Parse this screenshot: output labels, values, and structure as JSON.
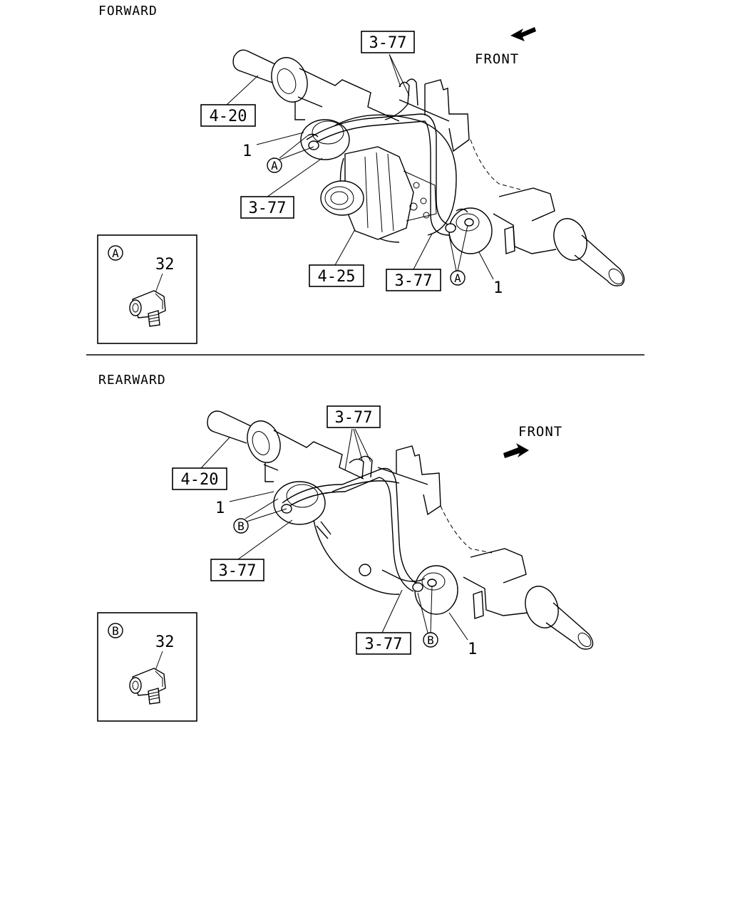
{
  "sections": [
    {
      "title": "FORWARD",
      "front_label": "FRONT",
      "callouts": {
        "hose_top": "3-77",
        "hose_left": "3-77",
        "hose_bottom": "3-77",
        "axle": "4-20",
        "diff": "4-25",
        "part1_left": "1",
        "part1_right": "1"
      },
      "detail": {
        "marker": "A",
        "part": "32"
      }
    },
    {
      "title": "REARWARD",
      "front_label": "FRONT",
      "callouts": {
        "hose_top": "3-77",
        "hose_left": "3-77",
        "hose_bottom": "3-77",
        "axle": "4-20",
        "part1_left": "1",
        "part1_right": "1"
      },
      "detail": {
        "marker": "B",
        "part": "32"
      }
    }
  ],
  "icons": [
    "front-arrow-icon",
    "fitting-elbow-icon"
  ]
}
